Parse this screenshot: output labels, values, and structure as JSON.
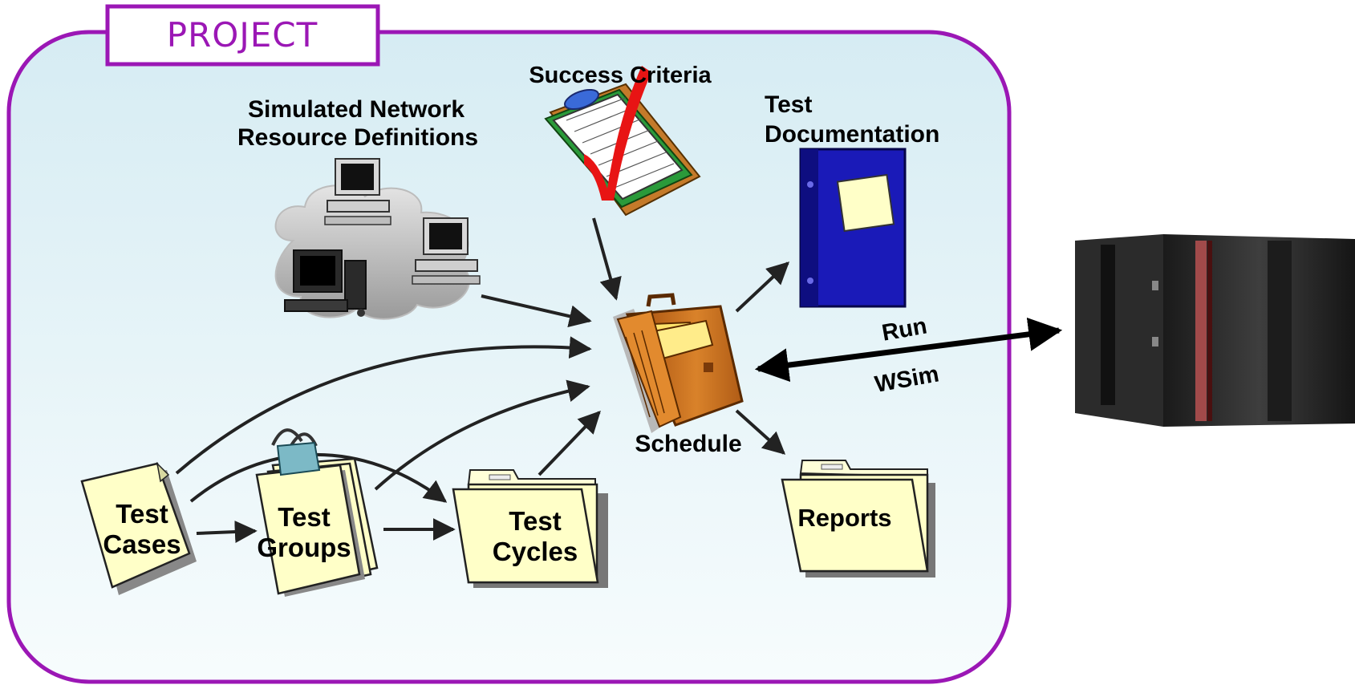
{
  "project": {
    "title": "PROJECT"
  },
  "colors": {
    "frame": "#9b17b5",
    "panel_top": "#d9eef4",
    "panel_bottom": "#f6fbfc",
    "paper": "#ffffc8",
    "binder": "#1a1ab8",
    "checkmark": "#e81414",
    "briefcase": "#c86a14",
    "arrow": "#222222"
  },
  "labels": {
    "success_criteria": "Success Criteria",
    "network_line1": "Simulated Network",
    "network_line2": "Resource Definitions",
    "documentation_line1": "Test",
    "documentation_line2": "Documentation",
    "schedule": "Schedule",
    "run": "Run",
    "wsim": "WSim",
    "test_cases_line1": "Test",
    "test_cases_line2": "Cases",
    "test_groups_line1": "Test",
    "test_groups_line2": "Groups",
    "test_cycles_line1": "Test",
    "test_cycles_line2": "Cycles",
    "reports": "Reports"
  },
  "icons": {
    "network": "computer-network-cloud-icon",
    "success_criteria": "clipboard-checkmark-icon",
    "documentation": "binder-icon",
    "schedule": "briefcase-icon",
    "mainframe": "mainframe-server-icon",
    "test_cases": "document-page-icon",
    "test_groups": "clipped-documents-icon",
    "test_cycles": "folder-icon",
    "reports": "folder-icon"
  }
}
